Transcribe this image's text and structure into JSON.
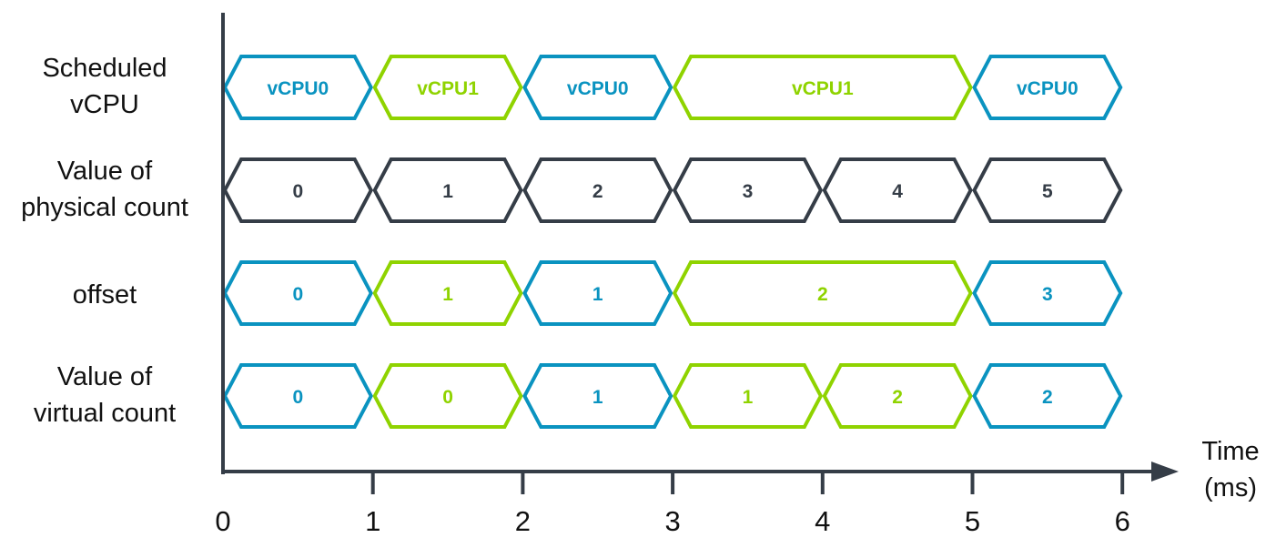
{
  "colors": {
    "vCPU0": "#0a93c0",
    "vCPU1": "#8fd300",
    "neutral": "#353d47",
    "axis": "#353d47"
  },
  "axis": {
    "title_line1": "Time",
    "title_line2": "(ms)",
    "ticks": [
      "0",
      "1",
      "2",
      "3",
      "4",
      "5",
      "6"
    ],
    "range": [
      0,
      6
    ]
  },
  "rows": [
    {
      "label_lines": [
        "Scheduled",
        "vCPU"
      ],
      "segments": [
        {
          "start": 0,
          "end": 1,
          "text": "vCPU0",
          "color_key": "vCPU0"
        },
        {
          "start": 1,
          "end": 2,
          "text": "vCPU1",
          "color_key": "vCPU1"
        },
        {
          "start": 2,
          "end": 3,
          "text": "vCPU0",
          "color_key": "vCPU0"
        },
        {
          "start": 3,
          "end": 5,
          "text": "vCPU1",
          "color_key": "vCPU1"
        },
        {
          "start": 5,
          "end": 6,
          "text": "vCPU0",
          "color_key": "vCPU0"
        }
      ]
    },
    {
      "label_lines": [
        "Value of",
        "physical count"
      ],
      "segments": [
        {
          "start": 0,
          "end": 1,
          "text": "0",
          "color_key": "neutral"
        },
        {
          "start": 1,
          "end": 2,
          "text": "1",
          "color_key": "neutral"
        },
        {
          "start": 2,
          "end": 3,
          "text": "2",
          "color_key": "neutral"
        },
        {
          "start": 3,
          "end": 4,
          "text": "3",
          "color_key": "neutral"
        },
        {
          "start": 4,
          "end": 5,
          "text": "4",
          "color_key": "neutral"
        },
        {
          "start": 5,
          "end": 6,
          "text": "5",
          "color_key": "neutral"
        }
      ]
    },
    {
      "label_lines": [
        "offset"
      ],
      "segments": [
        {
          "start": 0,
          "end": 1,
          "text": "0",
          "color_key": "vCPU0"
        },
        {
          "start": 1,
          "end": 2,
          "text": "1",
          "color_key": "vCPU1"
        },
        {
          "start": 2,
          "end": 3,
          "text": "1",
          "color_key": "vCPU0"
        },
        {
          "start": 3,
          "end": 5,
          "text": "2",
          "color_key": "vCPU1"
        },
        {
          "start": 5,
          "end": 6,
          "text": "3",
          "color_key": "vCPU0"
        }
      ]
    },
    {
      "label_lines": [
        "Value of",
        "virtual count"
      ],
      "segments": [
        {
          "start": 0,
          "end": 1,
          "text": "0",
          "color_key": "vCPU0"
        },
        {
          "start": 1,
          "end": 2,
          "text": "0",
          "color_key": "vCPU1"
        },
        {
          "start": 2,
          "end": 3,
          "text": "1",
          "color_key": "vCPU0"
        },
        {
          "start": 3,
          "end": 4,
          "text": "1",
          "color_key": "vCPU1"
        },
        {
          "start": 4,
          "end": 5,
          "text": "2",
          "color_key": "vCPU1"
        },
        {
          "start": 5,
          "end": 6,
          "text": "2",
          "color_key": "vCPU0"
        }
      ]
    }
  ]
}
